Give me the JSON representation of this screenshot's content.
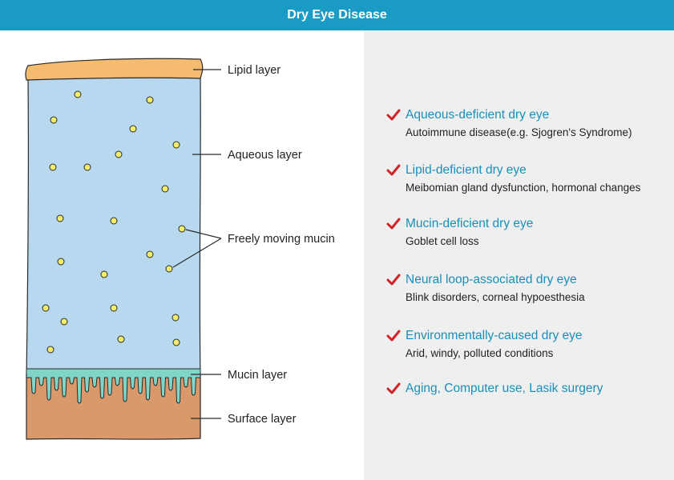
{
  "header": {
    "title": "Dry Eye Disease"
  },
  "diagram": {
    "labels": {
      "lipid": "Lipid layer",
      "aqueous": "Aqueous layer",
      "mucin_free": "Freely moving mucin",
      "mucin": "Mucin layer",
      "surface": "Surface layer"
    },
    "colors": {
      "lipid": "#f5bb6e",
      "aqueous": "#b8d8ef",
      "mucin": "#7fd6c8",
      "surface": "#d9996a",
      "particle": "#f4ee6a",
      "outline": "#2a2a2a"
    }
  },
  "causes": [
    {
      "title": "Aqueous-deficient dry eye",
      "desc": "Autoimmune disease(e.g. Sjogren's Syndrome)"
    },
    {
      "title": "Lipid-deficient dry eye",
      "desc": "Meibomian gland dysfunction, hormonal changes"
    },
    {
      "title": "Mucin-deficient dry eye",
      "desc": "Goblet cell loss"
    },
    {
      "title": "Neural loop-associated dry eye",
      "desc": "Blink disorders, corneal hypoesthesia"
    },
    {
      "title": "Environmentally-caused dry eye",
      "desc": "Arid, windy, polluted conditions"
    },
    {
      "title": "Aging, Computer use, Lasik surgery",
      "desc": ""
    }
  ],
  "accent": {
    "header_bg": "#1a9bc6",
    "check": "#d2232a",
    "cause_title": "#1a8fba"
  }
}
